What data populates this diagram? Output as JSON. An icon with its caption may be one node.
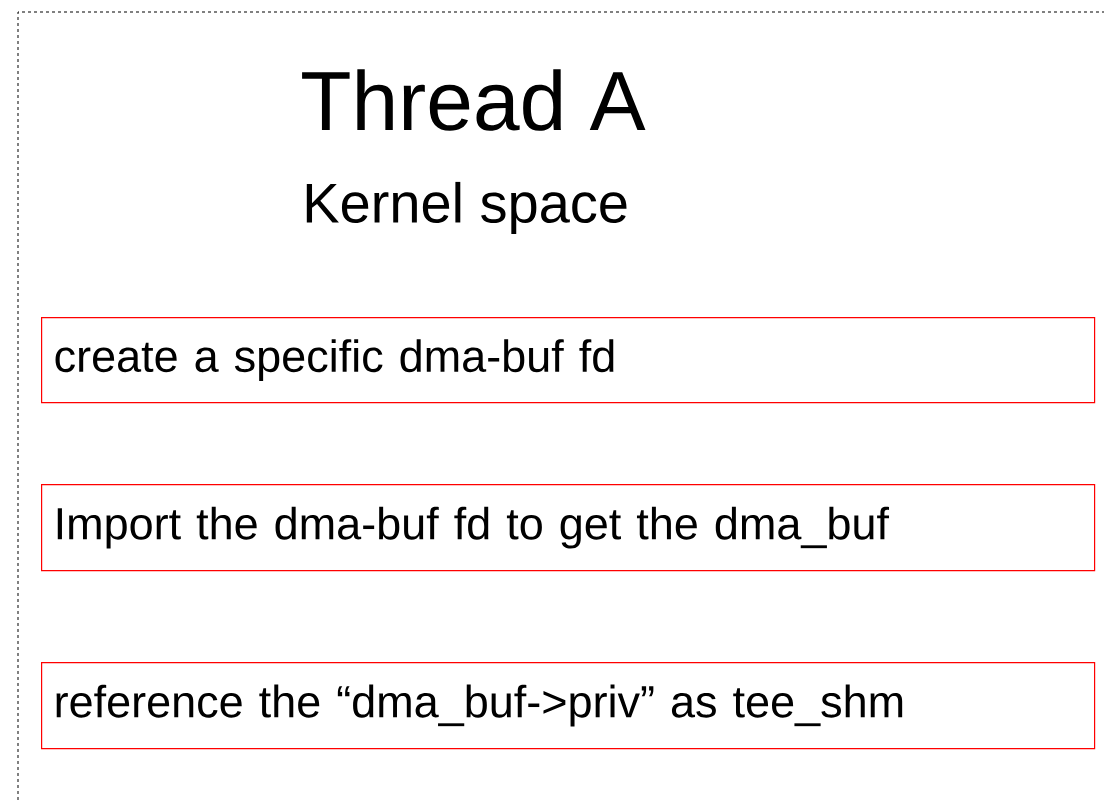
{
  "diagram": {
    "nodes": [
      {
        "text": [
          "Thread A",
          "Kernel space"
        ]
      },
      {
        "text": [
          "create a specific dma-buf fd"
        ],
        "in": 0
      },
      {
        "text": [
          "Import the dma-buf fd to get the dma_buf"
        ],
        "in": 0
      },
      {
        "text": [
          "reference the “dma_buf->priv” as tee_shm"
        ],
        "in": 0
      }
    ]
  }
}
